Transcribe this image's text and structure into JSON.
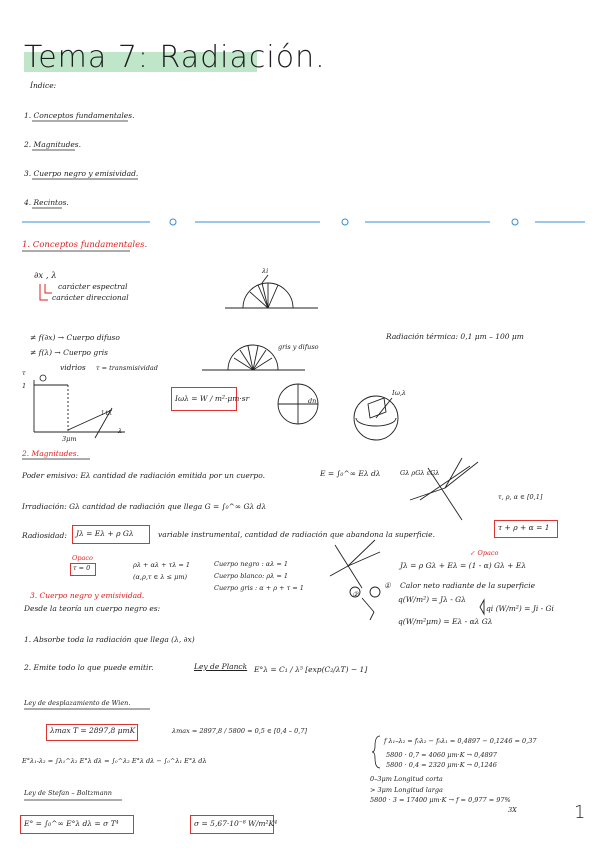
{
  "title": "Tema 7: Radiación.",
  "index": {
    "heading": "Índice:",
    "items": [
      "1. Conceptos fundamentales.",
      "2. Magnitudes.",
      "3. Cuerpo negro y emisividad.",
      "4. Recintos."
    ]
  },
  "s1": {
    "heading": "1. Conceptos fundamentales.",
    "lambda_label": "∂x , λ",
    "spectral": "carácter espectral",
    "directional": "carácter direccional",
    "lambda_i": "λi",
    "diffuse_body": "≠ f(∂x) → Cuerpo difuso",
    "gray_body": "≠ f(λ) → Cuerpo gris",
    "glass": "vidrios",
    "transmissivity": "τ = transmisividad",
    "tau_axis": "τ",
    "tau_1": "1",
    "lambda_axis_label": "λ",
    "three_um": "3μm",
    "hot_label": "↑tλ",
    "grey_diffuse": "gris y difuso",
    "thermal_radiation": "Radiación térmica: 0,1 μm – 100 μm",
    "intensity_formula": "Iωλ = W / m²·μm·sr",
    "i_omega": "Iω,λ",
    "dn": "dn"
  },
  "s2": {
    "heading": "2. Magnitudes.",
    "emissive_power": "Poder emisivo: Eλ  cantidad de radiación emitida por un cuerpo.",
    "E_formula": "E = ∫₀^∞ Eλ dλ",
    "irradiation": "Irradiación: Gλ  cantidad de radiación que llega  G = ∫₀^∞ Gλ dλ",
    "radiosity_label": "Radiosidad:",
    "radiosity_formula": "Jλ = Eλ + ρ Gλ",
    "radiosity_text": "variable instrumental, cantidad de radiación que abandona la superficie.",
    "ray_labels": "Gλ  ρGλ  εGλ",
    "tau_range": "τ, ρ, α ∈ [0,1]",
    "opaque": "Opaco",
    "tau_zero": "τ = 0",
    "relations": "ρλ + αλ + τλ = 1",
    "relations_2": "(α,ρ,τ ∈ λ ≤ μm)",
    "black": "Cuerpo negro : αλ = 1",
    "white": "Cuerpo blanco: ρλ = 1",
    "gray": "Cuerpo gris : α + ρ + τ = 1",
    "sum_box": "τ + ρ + α = 1",
    "J_eq": "Jλ = ρ Gλ + Eλ = (1 - α) Gλ + Eλ",
    "opaque_small": "↙ Opaco",
    "net_heat": "Calor neto radiante de la superficie",
    "q1": "q(W/m²) = Jλ - Gλ",
    "q2": "q(W/m²μm) = Eλ - αλ Gλ",
    "qi": "qi (W/m²) = Ji - Gi",
    "circle_1": "①",
    "circle_2": "②"
  },
  "s3": {
    "heading": "3. Cuerpo negro y emisividad.",
    "intro": "Desde la teoría un cuerpo negro es:",
    "item1": "1. Absorbe toda la radiación que llega (λ, ∂x)",
    "item2": "2. Emite todo lo que puede emitir.",
    "planck_label": "Ley de Planck",
    "planck_formula": "E°λ = C₁ / λ⁵ [exp(C₂/λT) − 1]",
    "wien_label": "Ley de desplazamiento de Wien.",
    "wien_box": "λmax T = 2897,8 μmK",
    "lambda_max": "λmax = 2897,8 / 5800 ≈ 0,5 ∈ [0,4 – 0,7]",
    "integral": "E°λ₁-λ₂ = ∫λ₁^λ₂ E°λ dλ = ∫₀^λ₂ E°λ dλ − ∫₀^λ₁ E°λ dλ",
    "f_frac": "f λ₁–λ₂ = f₀λ₂ − f₀λ₁ = 0,4897 − 0,1246 = 0,37",
    "calc1": "5800 · 0,7 = 4060 μm·K → 0,4897",
    "calc2": "5800 · 0,4 = 2320 μm·K → 0,1246",
    "short_wave": "0–3μm Longitud corta",
    "long_wave": "> 3μm Longitud larga",
    "calc3": "5800 · 3 = 17400 μm·K → f = 0,977 = 97%",
    "short_3x": "3X",
    "stefan_label": "Ley de Stefan – Boltzmann",
    "stefan_box": "E° = ∫₀^∞ E°λ dλ = σ T⁴",
    "sigma_box": "σ = 5,67·10⁻⁸ W/m²K⁴"
  },
  "page_number": "1"
}
